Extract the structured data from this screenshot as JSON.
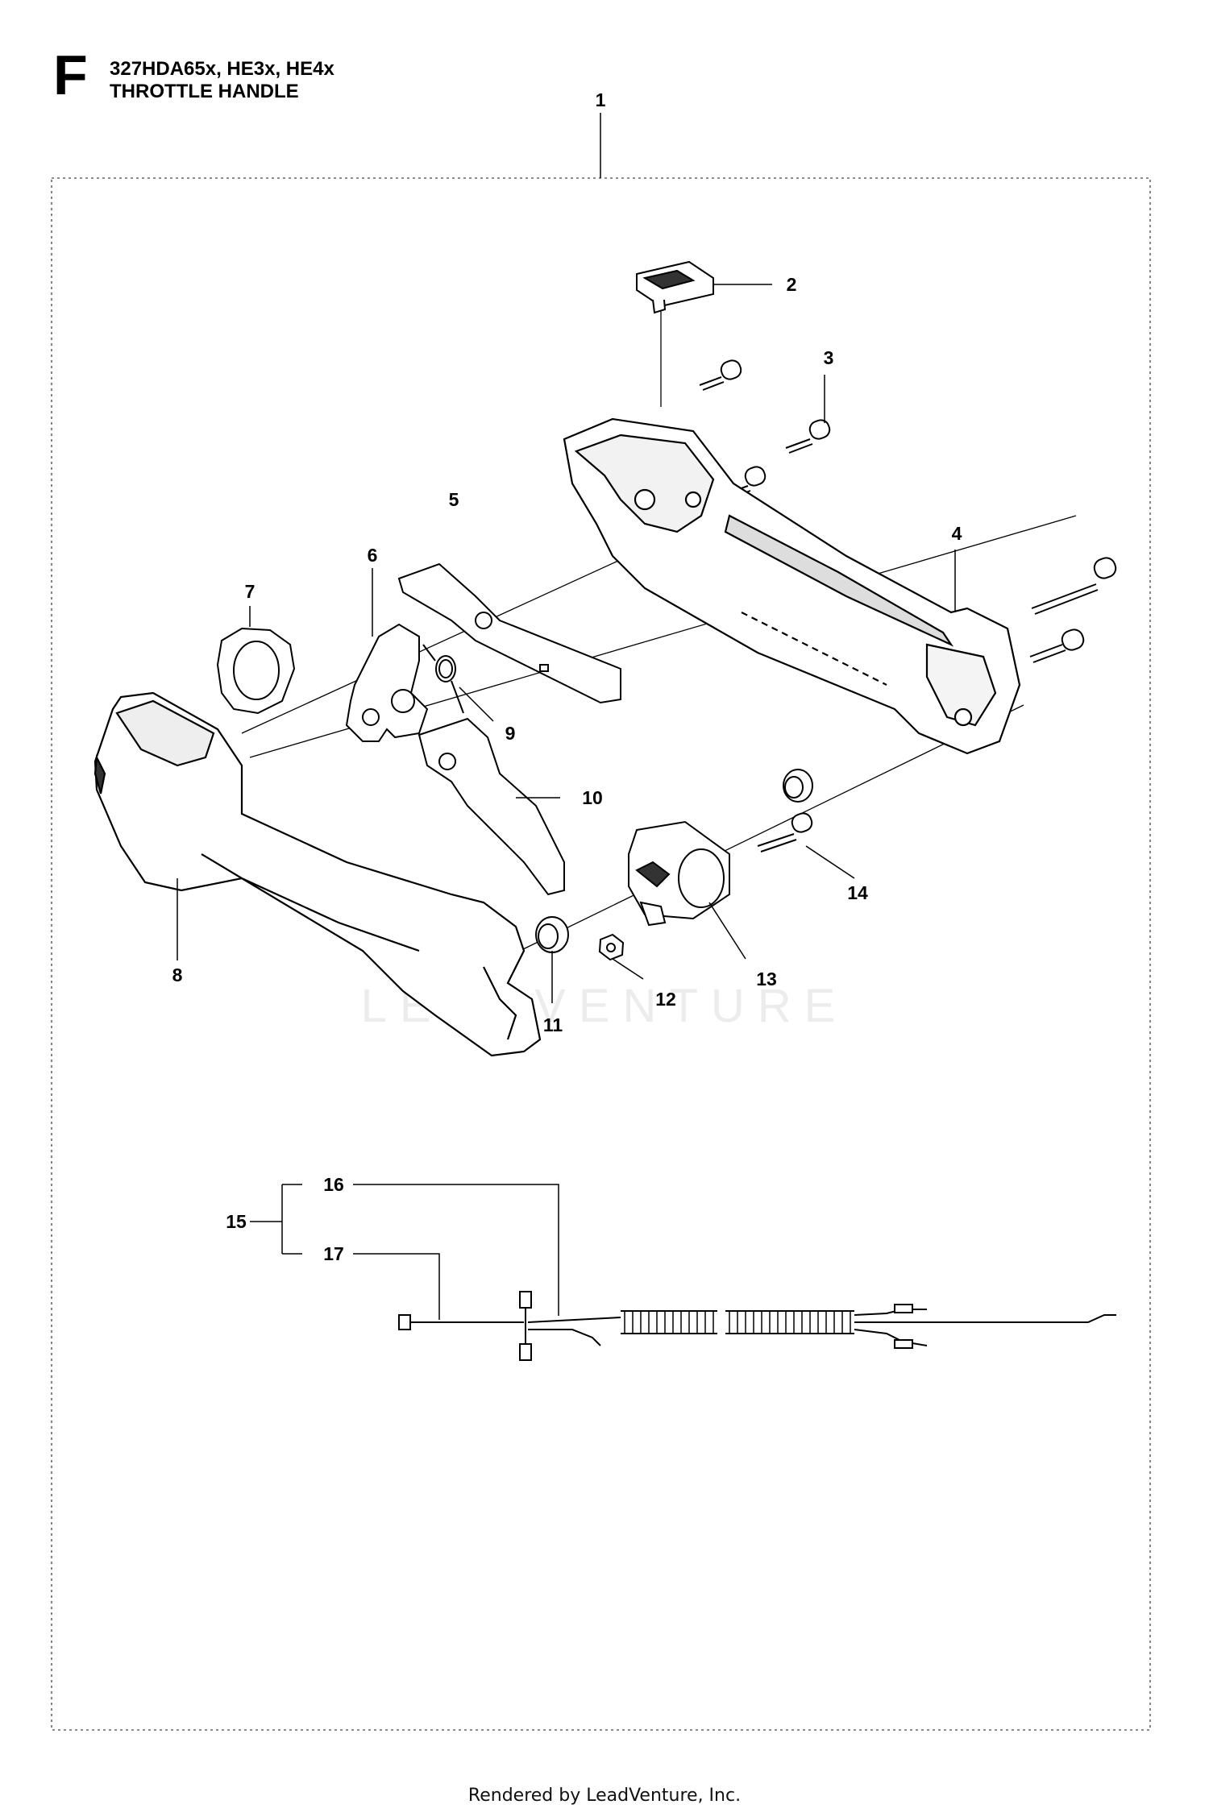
{
  "header": {
    "letter": "F",
    "models": "327HDA65x, HE3x, HE4x",
    "title": "THROTTLE HANDLE"
  },
  "watermark": "LEADVENTURE",
  "footer": "Rendered by LeadVenture, Inc.",
  "callouts": [
    "1",
    "2",
    "3",
    "4",
    "5",
    "6",
    "7",
    "8",
    "9",
    "10",
    "11",
    "12",
    "13",
    "14",
    "15",
    "16",
    "17"
  ]
}
